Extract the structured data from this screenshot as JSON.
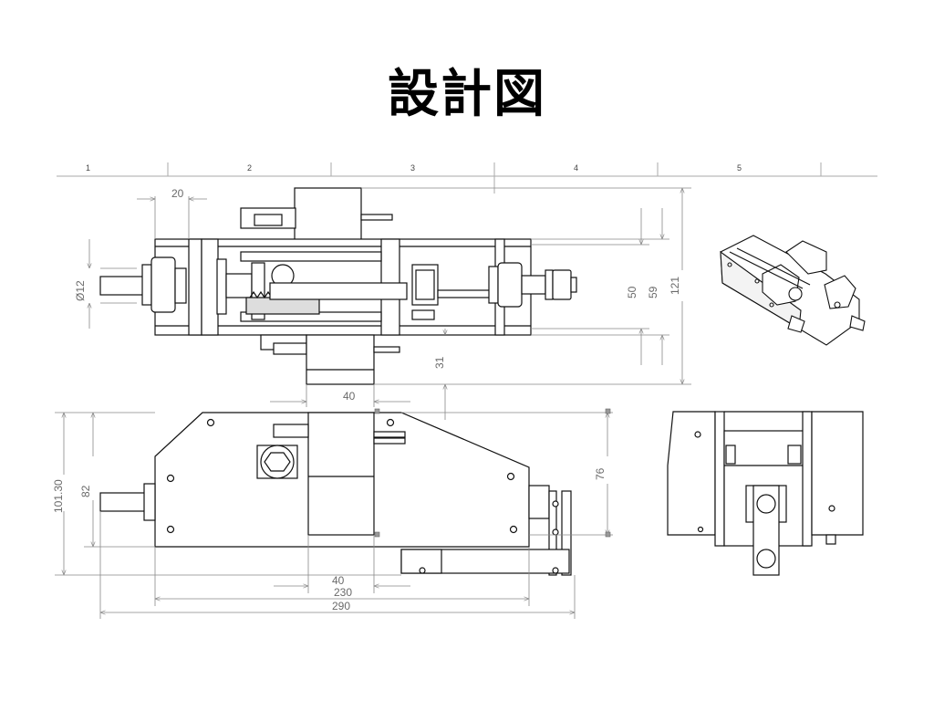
{
  "title": "設計図",
  "zones": [
    "1",
    "2",
    "3",
    "4",
    "5"
  ],
  "dimensions": {
    "top_width": "20",
    "top_diameter": "Ø12",
    "top_h50": "50",
    "top_h59": "59",
    "top_h121": "121",
    "top_h31": "31",
    "top_w40": "40",
    "front_h101": "101.30",
    "front_h82": "82",
    "front_h76": "76",
    "front_w40": "40",
    "front_w230": "230",
    "front_w290": "290"
  }
}
